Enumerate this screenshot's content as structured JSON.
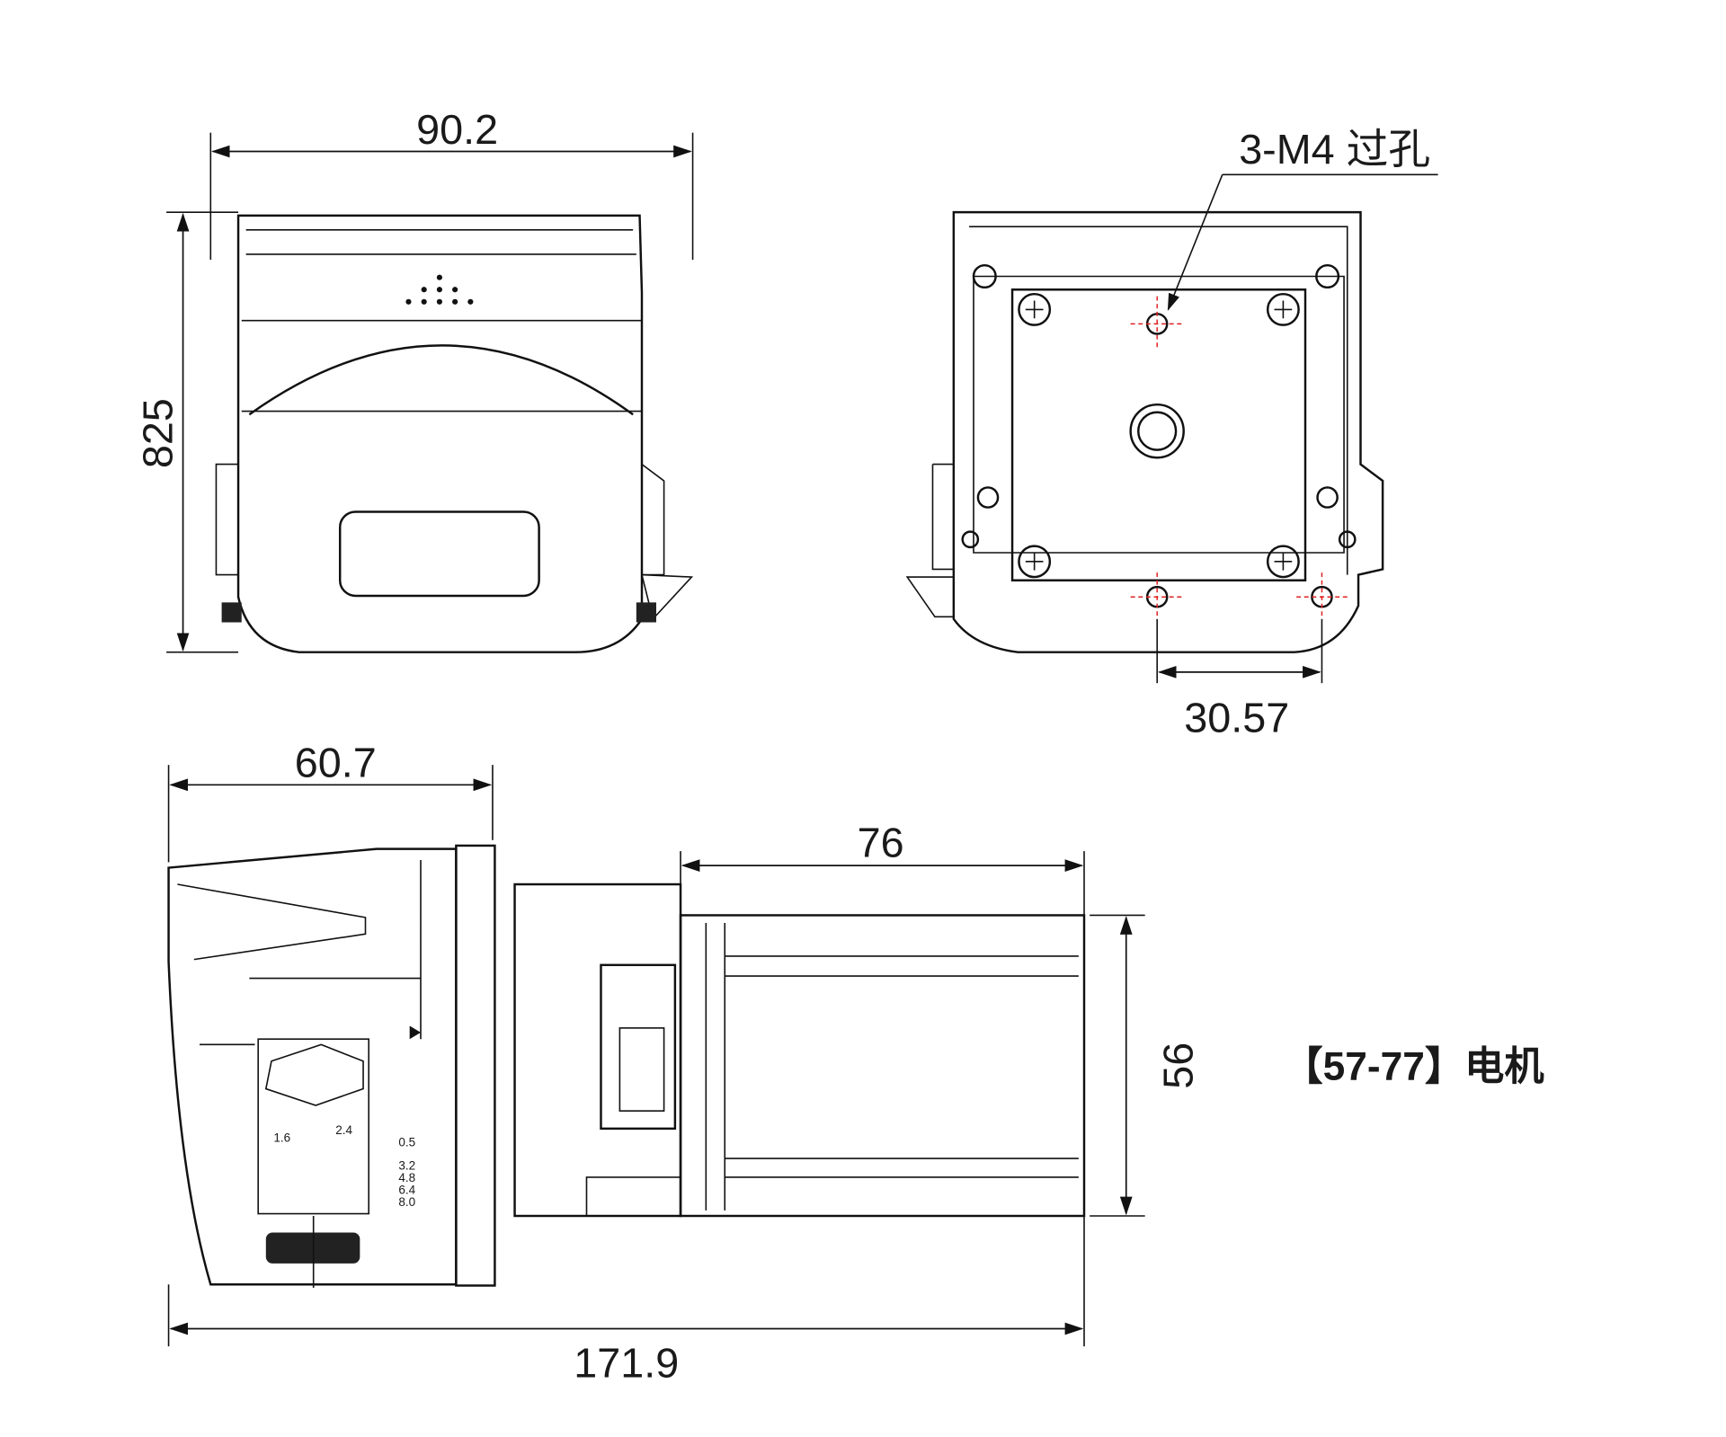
{
  "dimensions": {
    "front_width": "90.2",
    "front_height": "825",
    "hole_label": "3-M4 过孔",
    "hole_spacing": "30.57",
    "head_depth": "60.7",
    "motor_length": "76",
    "motor_height": "56",
    "total_length": "171.9"
  },
  "motor_label": "【57-77】电机",
  "tube_scale": {
    "left": "1.6",
    "right": "2.4",
    "sizes": [
      "0.5",
      "3.2",
      "4.8",
      "6.4",
      "8.0"
    ]
  }
}
